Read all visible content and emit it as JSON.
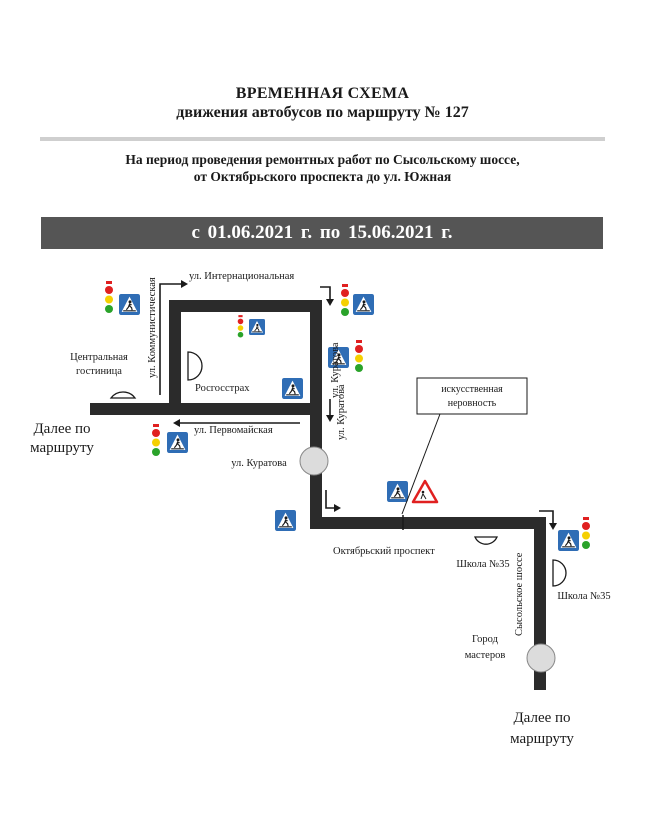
{
  "header": {
    "title_line1": "ВРЕМЕННАЯ СХЕМА",
    "title_line2": "движения автобусов по маршруту № 127",
    "subtitle_line1": "На период проведения ремонтных работ по Сысольскому шоссе,",
    "subtitle_line2": "от Октябрьского проспекта до ул. Южная",
    "period": "с  01.06.2021 г.  по  15.06.2021 г."
  },
  "map": {
    "streets": {
      "internatsionalnaya": "ул. Интернациональная",
      "kommunisticheskaya": "ул. Коммунистическая",
      "kuratova_vertical": "ул. Куратова",
      "kuratova_vertical_2": "ул. Куратова",
      "pervomayskaya": "ул. Первомайская",
      "oktyabrsky": "Октябрьский проспект",
      "sysolskoe": "Сысольское шоссе"
    },
    "places": {
      "central_hotel_line1": "Центральная",
      "central_hotel_line2": "гостиница",
      "rosgosstrakh": "Росгосстрах",
      "kuratova_stop": "ул. Куратова",
      "school35_a": "Школа №35",
      "school35_b": "Школа №35",
      "gorod_line1": "Город",
      "gorod_line2": "мастеров"
    },
    "further_left_line1": "Далее по",
    "further_left_line2": "маршруту",
    "further_bottom_line1": "Далее по",
    "further_bottom_line2": "маршруту",
    "bump_line1": "искусственная",
    "bump_line2": "неровность",
    "colors": {
      "route": "#2b2b2b",
      "crosswalk": "#2f6db5",
      "light_red": "#e02020",
      "light_yellow": "#f5d000",
      "light_green": "#2aa32a",
      "warning_red": "#e02020"
    }
  }
}
